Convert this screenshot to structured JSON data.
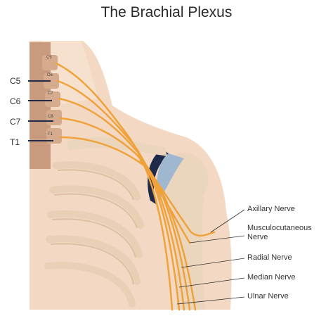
{
  "title": "The Brachial Plexus",
  "roots": [
    "C5",
    "C6",
    "C7",
    "T1"
  ],
  "vertebrae": [
    "C5",
    "C6",
    "C7",
    "C8",
    "T1"
  ],
  "nerves": [
    {
      "line1": "Axillary Nerve",
      "line2": ""
    },
    {
      "line1": "Musculocutaneous",
      "line2": "Nerve"
    },
    {
      "line1": "Radial Nerve",
      "line2": ""
    },
    {
      "line1": "Median Nerve",
      "line2": ""
    },
    {
      "line1": "Ulnar Nerve",
      "line2": ""
    }
  ],
  "colors": {
    "skin": "#f3d9c4",
    "bone": "#ecd5bd",
    "spine": "#c89a7e",
    "nerve": "#f0a23a",
    "cartilage": "#9fb7cf",
    "root_line": "#1f2a4a"
  }
}
